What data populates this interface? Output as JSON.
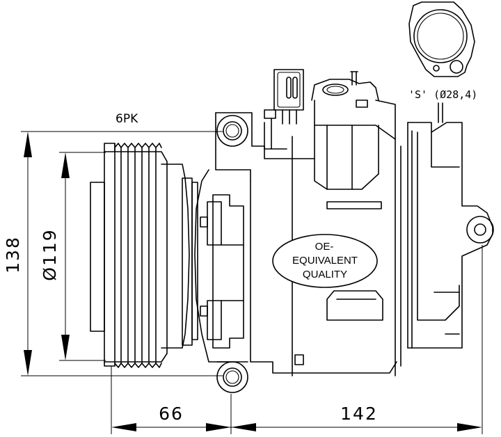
{
  "labels": {
    "belt_profile": "6PK",
    "port_callout": "'S' (Ø28,4)",
    "badge_lines": [
      "OE-",
      "EQUIVALENT",
      "QUALITY"
    ]
  },
  "dimensions": {
    "overall_height": "138",
    "pulley_diameter": "Ø119",
    "pulley_offset": "66",
    "body_length": "142"
  }
}
